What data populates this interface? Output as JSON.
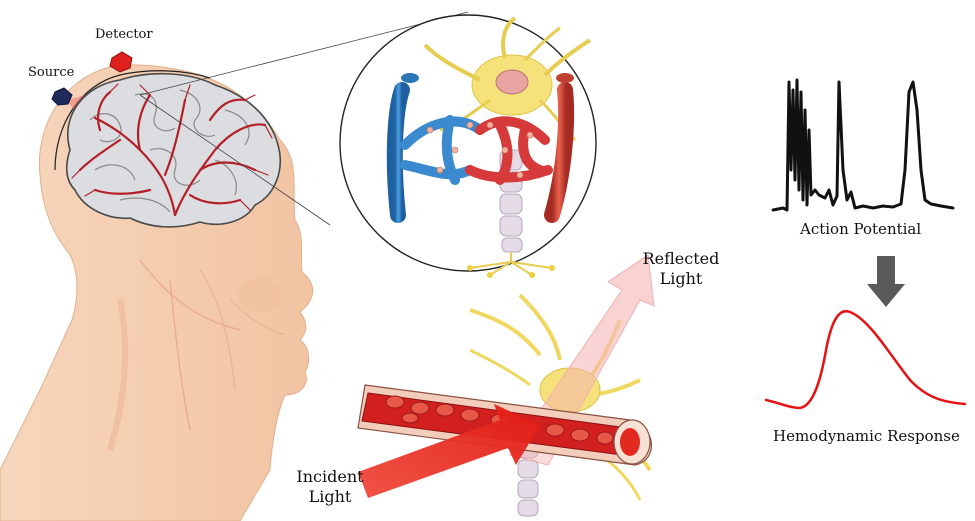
{
  "labels": {
    "detector": "Detector",
    "source": "Source",
    "reflected": [
      "Reflected",
      "Light"
    ],
    "incident": [
      "Incident",
      "Light"
    ],
    "action_potential": "Action Potential",
    "hemodynamic_response": "Hemodynamic Response"
  },
  "colors": {
    "skin": "#f4c9a8",
    "skin_edge": "#e8b088",
    "brain": "#d9dadd",
    "brain_outline": "#555555",
    "vessel_red": "#b3202a",
    "vein_blue": "#2f7fc1",
    "artery_red": "#c9392f",
    "neuron_yellow": "#f5e27a",
    "light_red": "#e8261f",
    "light_pink": "#f4b4b4",
    "source_box": "#1f2a5a",
    "detector_box": "#e0201c",
    "arrow_gray": "#5a5a5a",
    "spike_black": "#111111",
    "hemo_red": "#e41414"
  },
  "icons": [
    "head-silhouette",
    "brain-icon",
    "magnified-capillary-icon",
    "blood-vessel-icon",
    "neuron-icon",
    "down-arrow-icon"
  ]
}
